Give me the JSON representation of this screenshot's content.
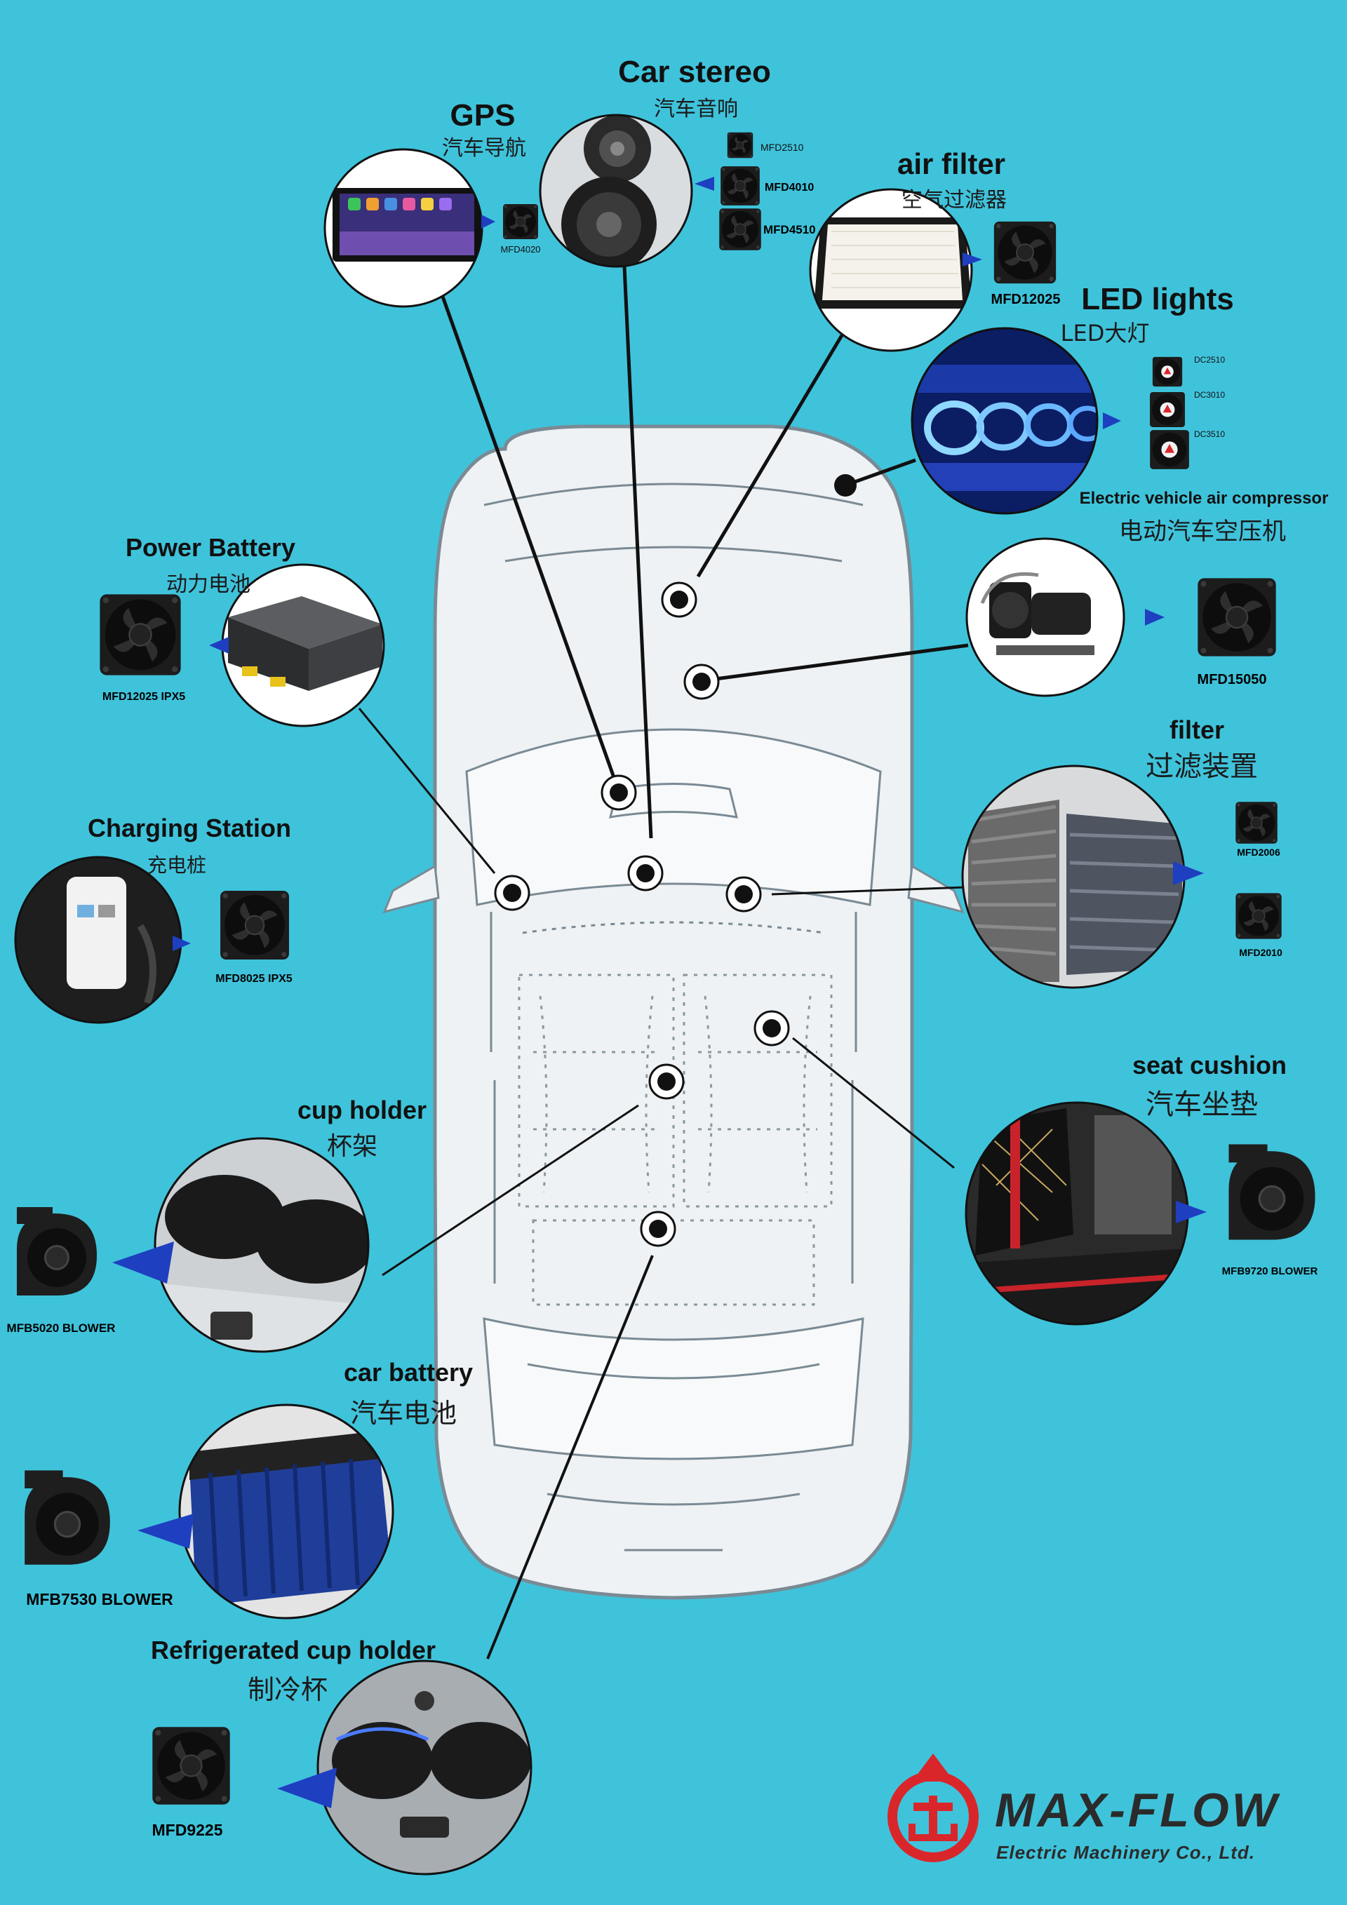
{
  "labels": {
    "car_stereo": {
      "en": "Car stereo",
      "cn": "汽车音响"
    },
    "gps": {
      "en": "GPS",
      "cn": "汽车导航"
    },
    "air_filter": {
      "en": "air filter",
      "cn": "空气过滤器"
    },
    "led_lights": {
      "en": "LED lights",
      "cn": "LED大灯"
    },
    "ev_compressor": {
      "en": "Electric vehicle air compressor",
      "cn": "电动汽车空压机"
    },
    "power_battery": {
      "en": "Power Battery",
      "cn": "动力电池"
    },
    "charging_station": {
      "en": "Charging Station",
      "cn": "充电桩"
    },
    "filter": {
      "en": "filter",
      "cn": "过滤装置"
    },
    "seat_cushion": {
      "en": "seat cushion",
      "cn": "汽车坐垫"
    },
    "cup_holder": {
      "en": "cup holder",
      "cn": "杯架"
    },
    "car_battery": {
      "en": "car battery",
      "cn": "汽车电池"
    },
    "refrigerated_cup_holder": {
      "en": "Refrigerated cup holder",
      "cn": "制冷杯"
    }
  },
  "fans": {
    "mfd2510": "MFD2510",
    "mfd4010": "MFD4010",
    "mfd4510": "MFD4510",
    "mfd4020": "MFD4020",
    "mfd12025_air": "MFD12025",
    "dc2510": "DC2510",
    "dc3010": "DC3010",
    "dc3510": "DC3510",
    "mfd15050": "MFD15050",
    "mfd12025_ipx5": "MFD12025 IPX5",
    "mfd8025_ipx5": "MFD8025 IPX5",
    "mfd2006": "MFD2006",
    "mfd2010": "MFD2010",
    "mfb9720": "MFB9720 BLOWER",
    "mfb5020": "MFB5020 BLOWER",
    "mfb7530": "MFB7530 BLOWER",
    "mfd9225": "MFD9225"
  },
  "logo": {
    "name": "MAX-FLOW",
    "company": "Electric Machinery Co., Ltd."
  },
  "colors": {
    "background": "#3fc3db",
    "arrow": "#1e3fc0",
    "logo_red": "#d9262b",
    "logo_text": "#2b2b2b"
  }
}
